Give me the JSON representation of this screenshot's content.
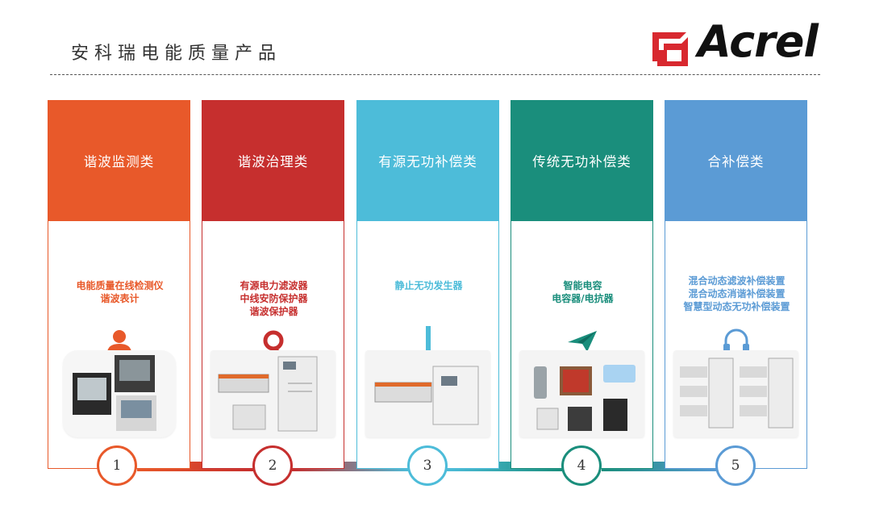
{
  "header": {
    "title": "安科瑞电能质量产品",
    "logo_text": "Acrel"
  },
  "colors": {
    "orange": "#e8592a",
    "red": "#c62f2e",
    "cyan": "#4dbcd9",
    "teal": "#1a8e7c",
    "blue": "#5b9bd5"
  },
  "cards": [
    {
      "title": "谐波监测类",
      "lines": [
        "电能质量在线检测仪",
        "谐波表计"
      ],
      "icon": "person-icon",
      "number": "1",
      "color": "#e8592a"
    },
    {
      "title": "谐波治理类",
      "lines": [
        "有源电力滤波器",
        "中线安防保护器",
        "谐波保护器"
      ],
      "icon": "ring-icon",
      "number": "2",
      "color": "#c62f2e"
    },
    {
      "title": "有源无功补偿类",
      "lines": [
        "静止无功发生器"
      ],
      "icon": "bar-icon",
      "number": "3",
      "color": "#4dbcd9"
    },
    {
      "title": "传统无功补偿类",
      "lines": [
        "智能电容",
        "电容器/电抗器"
      ],
      "icon": "paper-plane-icon",
      "number": "4",
      "color": "#1a8e7c"
    },
    {
      "title": "合补偿类",
      "lines": [
        "混合动态滤波补偿装置",
        "混合动态消谐补偿装置",
        "智慧型动态无功补偿装置"
      ],
      "icon": "headphones-icon",
      "number": "5",
      "color": "#5b9bd5"
    }
  ]
}
